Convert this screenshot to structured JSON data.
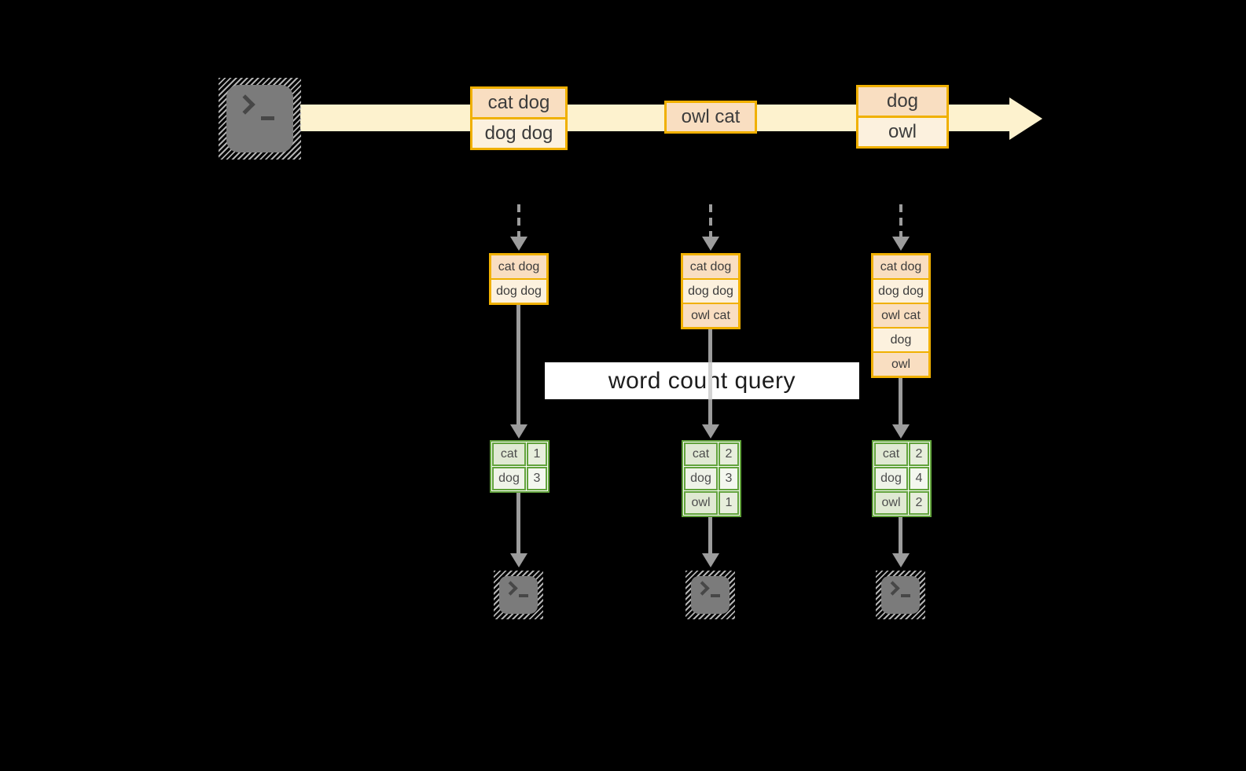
{
  "colors": {
    "background": "#000000",
    "orange_border": "#F0B000",
    "record_peach": "#F9DEC1",
    "record_cream": "#FCF1DE",
    "timeline_band": "#FDF2CE",
    "green_border": "#62A33C",
    "table_row_dark": "#E0E9D3",
    "table_row_light": "#EFF3E8",
    "arrow_gray": "#9C9C9C",
    "terminal_gray": "#7B7B7B",
    "label_bg": "#FFFFFF"
  },
  "icons": {
    "source": "terminal-icon",
    "sink": "terminal-icon"
  },
  "timeline": {
    "events": [
      {
        "lines": [
          "cat dog",
          "dog dog"
        ]
      },
      {
        "lines": [
          "owl cat"
        ]
      },
      {
        "lines": [
          "dog",
          "owl"
        ]
      }
    ]
  },
  "states": [
    {
      "lines": [
        "cat dog",
        "dog dog"
      ]
    },
    {
      "lines": [
        "cat dog",
        "dog dog",
        "owl cat"
      ]
    },
    {
      "lines": [
        "cat dog",
        "dog dog",
        "owl cat",
        "dog",
        "owl"
      ]
    }
  ],
  "query_label": "word count query",
  "results": [
    {
      "rows": [
        [
          "cat",
          "1"
        ],
        [
          "dog",
          "3"
        ]
      ]
    },
    {
      "rows": [
        [
          "cat",
          "2"
        ],
        [
          "dog",
          "3"
        ],
        [
          "owl",
          "1"
        ]
      ]
    },
    {
      "rows": [
        [
          "cat",
          "2"
        ],
        [
          "dog",
          "4"
        ],
        [
          "owl",
          "2"
        ]
      ]
    }
  ]
}
